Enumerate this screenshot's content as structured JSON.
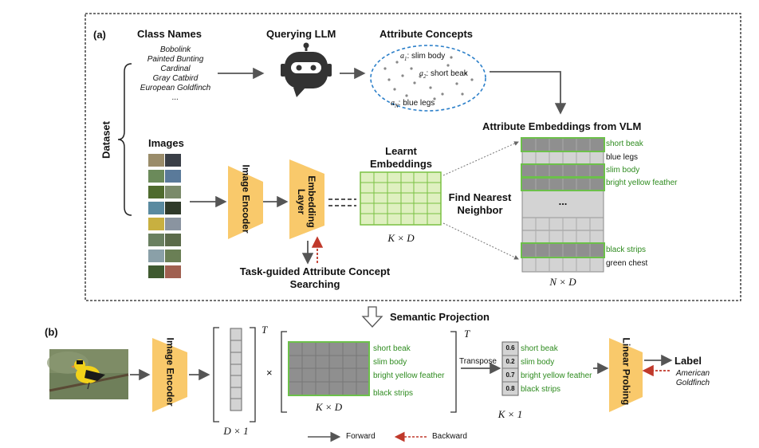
{
  "panel_a": {
    "label": "(a)",
    "class_names_title": "Class Names",
    "class_names": [
      "Bobolink",
      "Painted Bunting",
      "Cardinal",
      "Gray Catbird",
      "European Goldfinch",
      "..."
    ],
    "querying_title": "Querying LLM",
    "attribute_concepts_title": "Attribute Concepts",
    "concepts": [
      {
        "sym": "a",
        "sub": "1",
        "text": ": slim body"
      },
      {
        "sym": "a",
        "sub": "2",
        "text": ": short beak"
      },
      {
        "sym": "a",
        "sub": "N",
        "text": ": blue legs"
      }
    ],
    "dataset_label": "Dataset",
    "images_title": "Images",
    "image_encoder": "Image Encoder",
    "embedding_layer": "Embedding Layer",
    "learnt_embeddings": "Learnt Embeddings",
    "kxd": "K × D",
    "find_nearest": "Find Nearest Neighbor",
    "vlm_title": "Attribute Embeddings from VLM",
    "vlm_rows": [
      {
        "label": "short beak",
        "highlight": true
      },
      {
        "label": "blue legs",
        "highlight": false
      },
      {
        "label": "slim body",
        "highlight": true
      },
      {
        "label": "bright yellow feather",
        "highlight": true
      },
      {
        "label": "...",
        "highlight": false
      },
      {
        "label": "black strips",
        "highlight": true
      },
      {
        "label": "green chest",
        "highlight": false
      }
    ],
    "nxd": "N × D",
    "task_guided": "Task-guided Attribute Concept Searching"
  },
  "semantic_projection": "Semantic Projection",
  "panel_b": {
    "label": "(b)",
    "image_encoder": "Image Encoder",
    "dx1": "D × 1",
    "T": "T",
    "times": "×",
    "matrix_labels": [
      "short beak",
      "slim body",
      "bright yellow feather",
      "black strips"
    ],
    "kxd": "K × D",
    "transpose": "Transpose",
    "T2": "T",
    "scores": [
      {
        "value": "0.6",
        "label": "short beak"
      },
      {
        "value": "0.2",
        "label": "slim body"
      },
      {
        "value": "0.7",
        "label": "bright yellow feather"
      },
      {
        "value": "0.8",
        "label": "black strips"
      }
    ],
    "kx1": "K × 1",
    "linear_probing": "Linear Probing",
    "label_title": "Label",
    "label_value": "American Goldfinch"
  },
  "legend": {
    "forward": "Forward",
    "backward": "Backward"
  },
  "colors": {
    "trapezoid": "#f9c96b",
    "grid_fill": "#dff0c0",
    "grid_border": "#7ac142",
    "highlight_border": "#6cc04a",
    "dark_row": "#8f8f8f",
    "light_row": "#d3d3d3",
    "dashed_border": "#2b7fc9",
    "backward": "#c0392b",
    "text_green": "#2e8b1f"
  }
}
